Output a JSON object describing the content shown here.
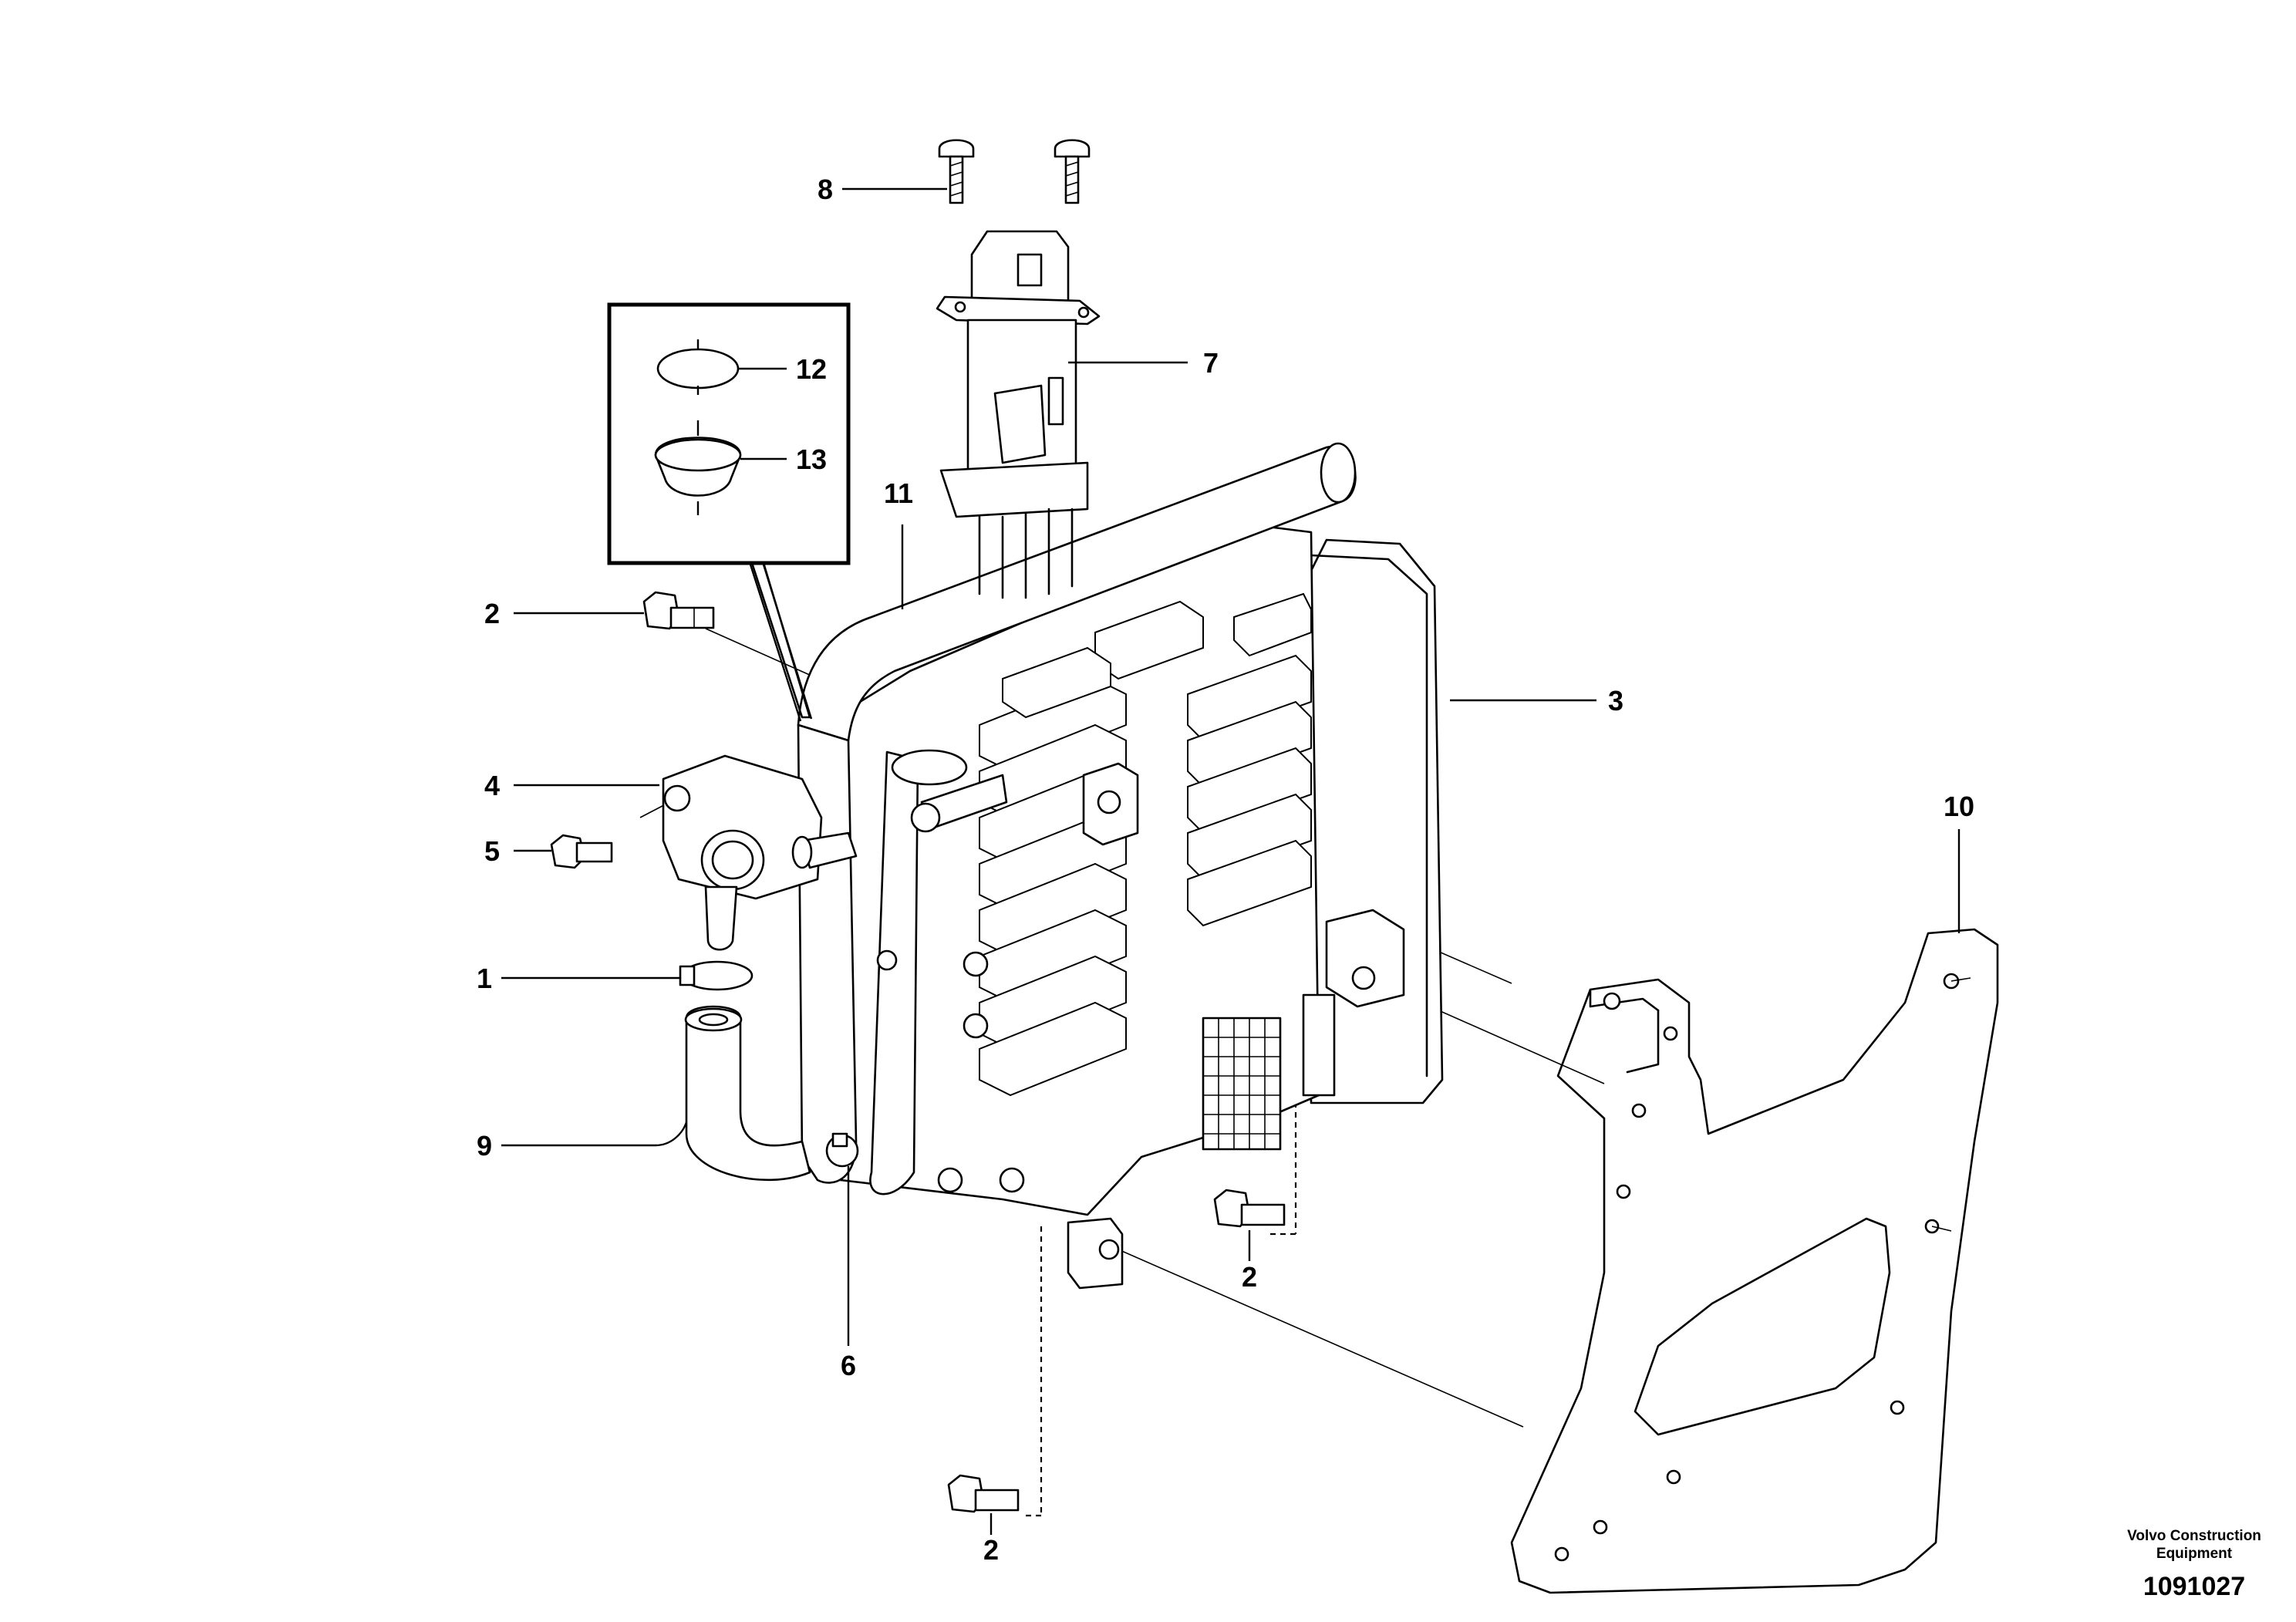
{
  "callouts": {
    "c1": "1",
    "c2a": "2",
    "c2b": "2",
    "c2c": "2",
    "c3": "3",
    "c4": "4",
    "c5": "5",
    "c6": "6",
    "c7": "7",
    "c8": "8",
    "c9": "9",
    "c10": "10",
    "c11": "11",
    "c12": "12",
    "c13": "13"
  },
  "footer": {
    "brand_line1": "Volvo Construction",
    "brand_line2": "Equipment",
    "document_number": "1091027"
  }
}
